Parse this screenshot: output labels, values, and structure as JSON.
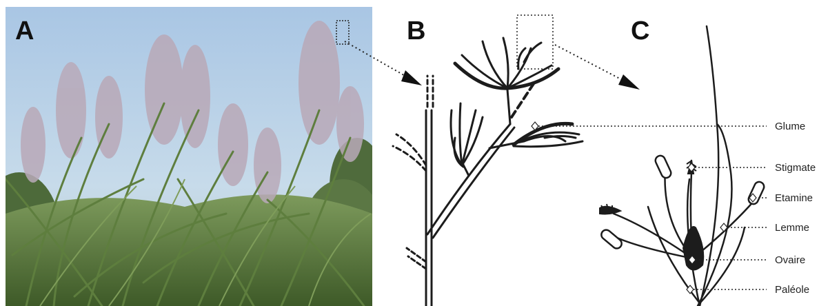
{
  "panels": {
    "a": {
      "letter": "A"
    },
    "b": {
      "letter": "B"
    },
    "c": {
      "letter": "C"
    }
  },
  "labels": {
    "glume": "Glume",
    "stigmate": "Stigmate",
    "etamine": "Etamine",
    "lemme": "Lemme",
    "ovaire": "Ovaire",
    "paleole": "Paléole"
  },
  "colors": {
    "sky": "#b9d3ea",
    "grass": "#5c7a3c",
    "ink": "#1c1c1c"
  }
}
